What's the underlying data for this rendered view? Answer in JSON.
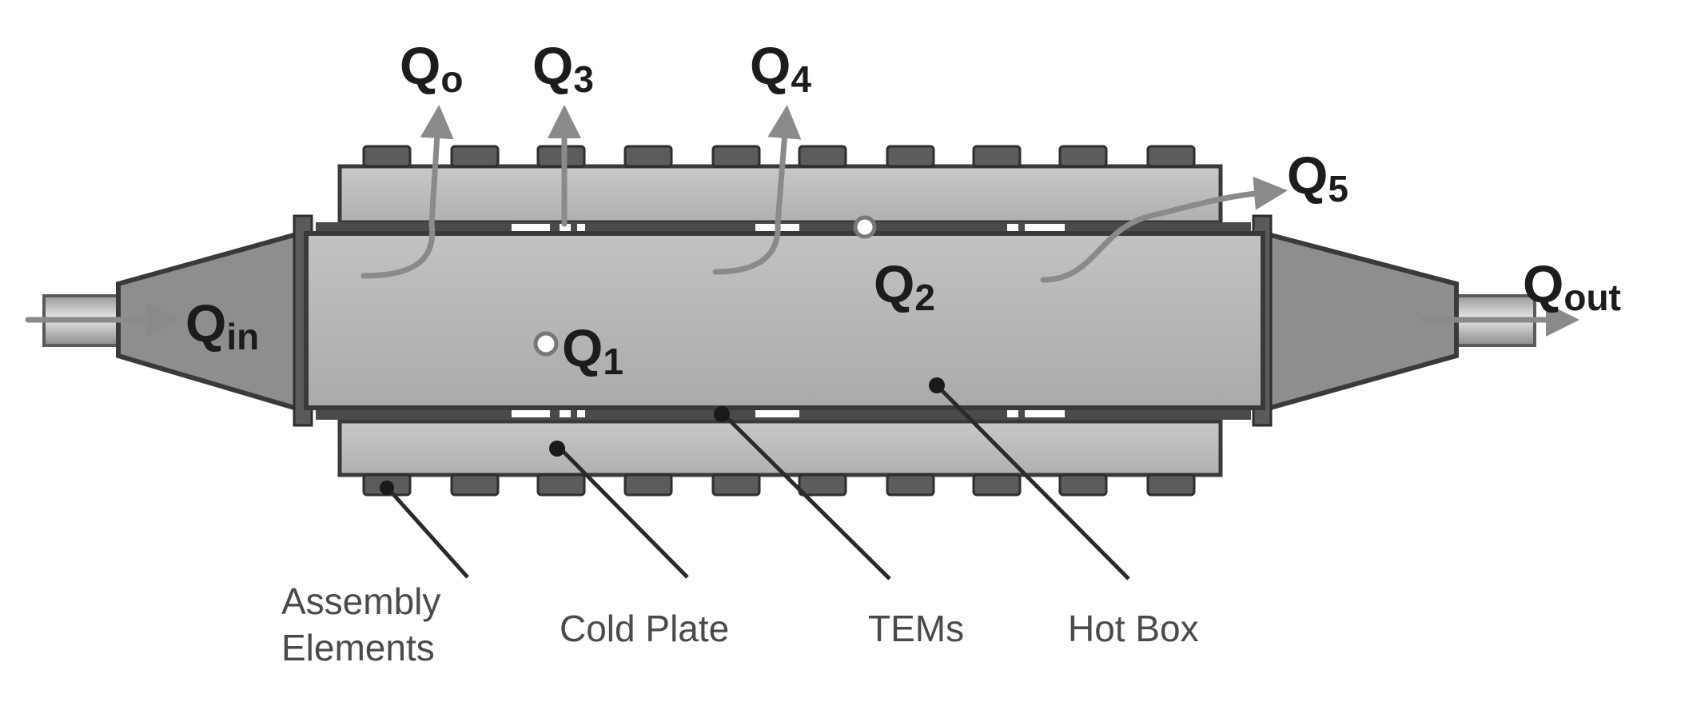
{
  "labels": {
    "q0": {
      "main": "Q",
      "sub": "o"
    },
    "q3": {
      "main": "Q",
      "sub": "3"
    },
    "q4": {
      "main": "Q",
      "sub": "4"
    },
    "q5": {
      "main": "Q",
      "sub": "5"
    },
    "q2": {
      "main": "Q",
      "sub": "2"
    },
    "q1": {
      "main": "Q",
      "sub": "1"
    },
    "qin": {
      "main": "Q",
      "sub": "in"
    },
    "qout": {
      "main": "Q",
      "sub": "out"
    }
  },
  "callouts": {
    "assembly_line1": "Assembly",
    "assembly_line2": "Elements",
    "cold_plate": "Cold Plate",
    "tems": "TEMs",
    "hot_box": "Hot Box"
  },
  "colors": {
    "hot_box_fill": "#b4b4b4",
    "cold_plate_fill": "#bdbdbd",
    "cone_fill": "#8e8e8e",
    "arrow": "#8a8a8a",
    "outline": "#3a3a3a"
  }
}
